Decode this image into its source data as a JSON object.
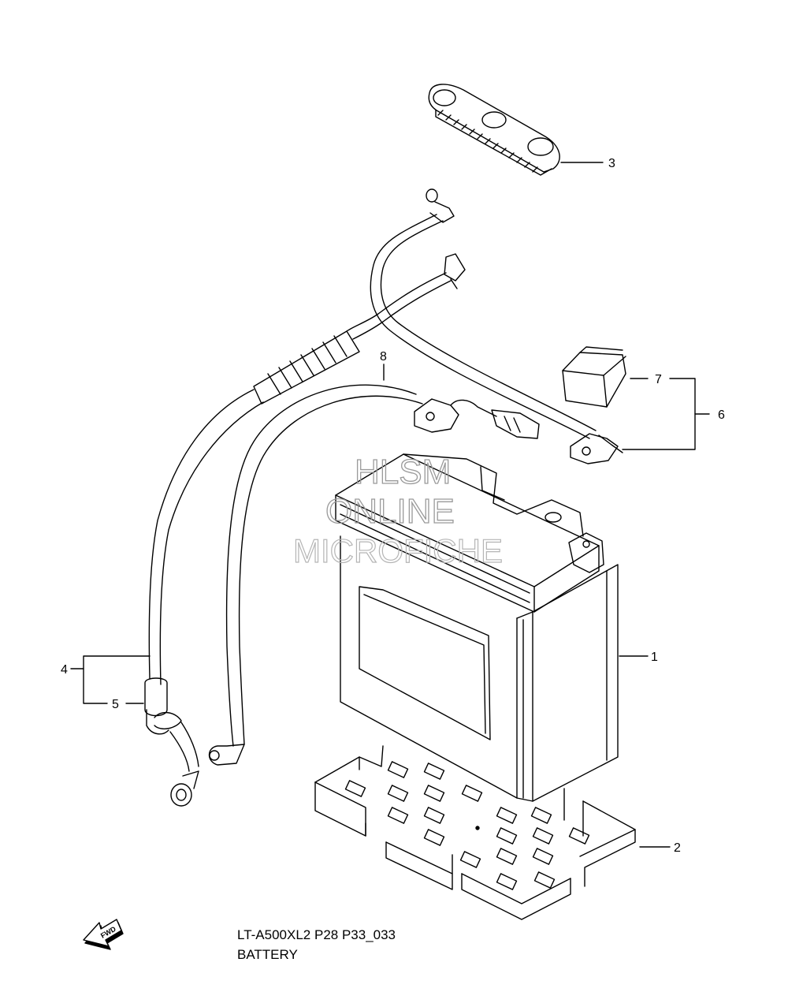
{
  "callouts": {
    "c1": "1",
    "c2": "2",
    "c3": "3",
    "c4": "4",
    "c5": "5",
    "c6": "6",
    "c7": "7",
    "c8": "8"
  },
  "watermark": {
    "line1": "HLSM",
    "line2": "ONLINE",
    "line3": "MICROFICHE"
  },
  "fwd_label": "FWD",
  "caption": {
    "code": "LT-A500XL2 P28 P33_033",
    "title": "BATTERY"
  }
}
